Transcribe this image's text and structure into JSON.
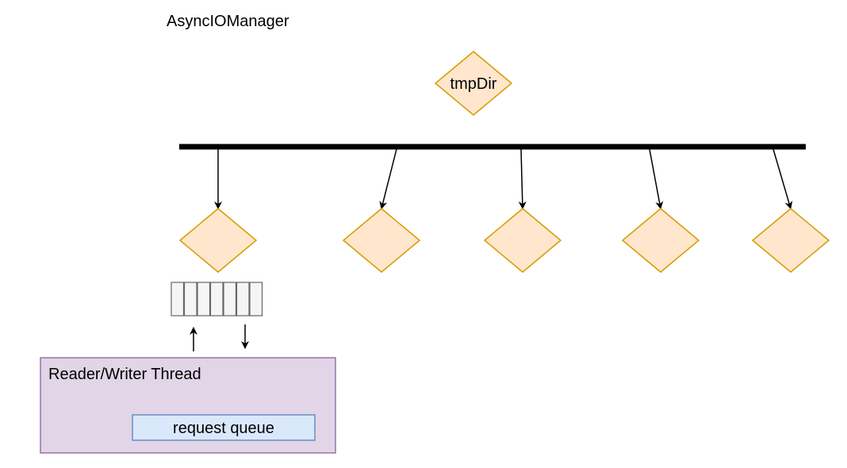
{
  "title": "AsyncIOManager",
  "root_node": {
    "label": "tmpDir"
  },
  "io_nodes": [
    {
      "label": ""
    },
    {
      "label": ""
    },
    {
      "label": ""
    },
    {
      "label": ""
    },
    {
      "label": ""
    }
  ],
  "queue_slots": 7,
  "thread": {
    "label": "Reader/Writer Thread",
    "queue_label": "request queue"
  },
  "colors": {
    "diamond_fill": "#ffe6cc",
    "diamond_stroke": "#d79b00",
    "thread_fill": "#e1d5e7",
    "thread_stroke": "#9673a6",
    "queue_fill": "#dae8fc",
    "queue_stroke": "#6c8ebf",
    "slot_fill": "#f5f5f5",
    "slot_stroke": "#666666",
    "line": "#000000"
  }
}
